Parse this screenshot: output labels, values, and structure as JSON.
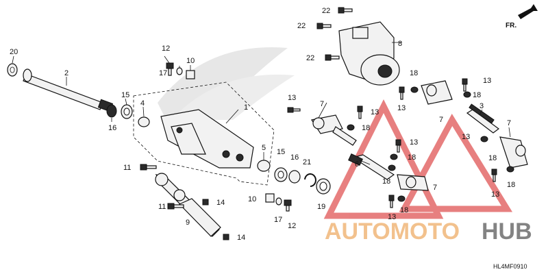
{
  "diagram": {
    "code": "HL4MF0910",
    "direction_label": "FR.",
    "watermark": {
      "left": "AUTOMOTO",
      "right": "HUB",
      "colors": {
        "left": "#f0b77a",
        "right": "#6e6e6e",
        "triangle": "#e05555"
      }
    },
    "labels": {
      "l20": "20",
      "l2": "2",
      "l16a": "16",
      "l15a": "15",
      "l4": "4",
      "l12a": "12",
      "l17a": "17",
      "l10a": "10",
      "l1": "1",
      "l5": "5",
      "l11a": "11",
      "l11b": "11",
      "l14a": "14",
      "l9": "9",
      "l14b": "14",
      "l10b": "10",
      "l17b": "17",
      "l12b": "12",
      "l15b": "15",
      "l16b": "16",
      "l21": "21",
      "l19": "19",
      "l22a": "22",
      "l22b": "22",
      "l22c": "22",
      "l8": "8",
      "l13a": "13",
      "l7a": "7",
      "l13b": "13",
      "l18a": "18",
      "l6": "6",
      "l13c": "13",
      "l18b": "18",
      "l18c": "18",
      "l13d": "13",
      "l18d": "18",
      "l7b": "7",
      "l13e": "13",
      "l18e": "18",
      "l13f": "13",
      "l18f": "18",
      "l3": "3",
      "l7c": "7",
      "l7d": "7",
      "l13g": "13",
      "l18g": "18",
      "l18h": "18",
      "l13h": "13"
    }
  }
}
